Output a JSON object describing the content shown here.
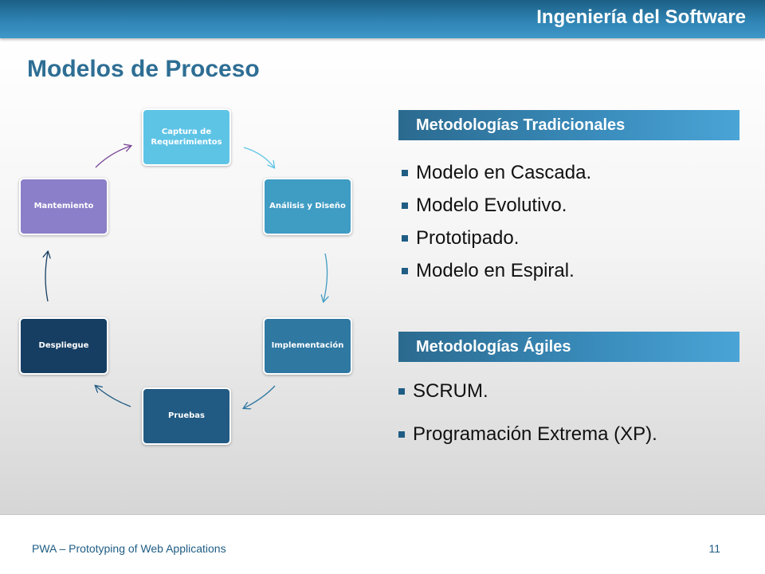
{
  "header": {
    "title": "Ingeniería del Software"
  },
  "page_title": "Modelos de Proceso",
  "cycle": {
    "nodes": [
      {
        "label": "Captura de Requerimientos",
        "color": "#5ec4e6"
      },
      {
        "label": "Análisis y Diseño",
        "color": "#3f9cc3"
      },
      {
        "label": "Implementación",
        "color": "#2f78a2"
      },
      {
        "label": "Pruebas",
        "color": "#215a82"
      },
      {
        "label": "Despliegue",
        "color": "#163e63"
      },
      {
        "label": "Mantemiento",
        "color": "#8a7fc8"
      }
    ]
  },
  "sections": {
    "traditional": {
      "title": "Metodologías Tradicionales",
      "items": [
        "Modelo en Cascada.",
        "Modelo Evolutivo.",
        "Prototipado.",
        "Modelo en Espiral."
      ]
    },
    "agile": {
      "title": "Metodologías Ágiles",
      "items": [
        "SCRUM.",
        "Programación Extrema (XP)."
      ]
    }
  },
  "footer": {
    "text": "PWA – Prototyping of Web Applications",
    "page": "11"
  },
  "colors": {
    "accent": "#2e6e94",
    "bullet": "#1f5d84"
  }
}
